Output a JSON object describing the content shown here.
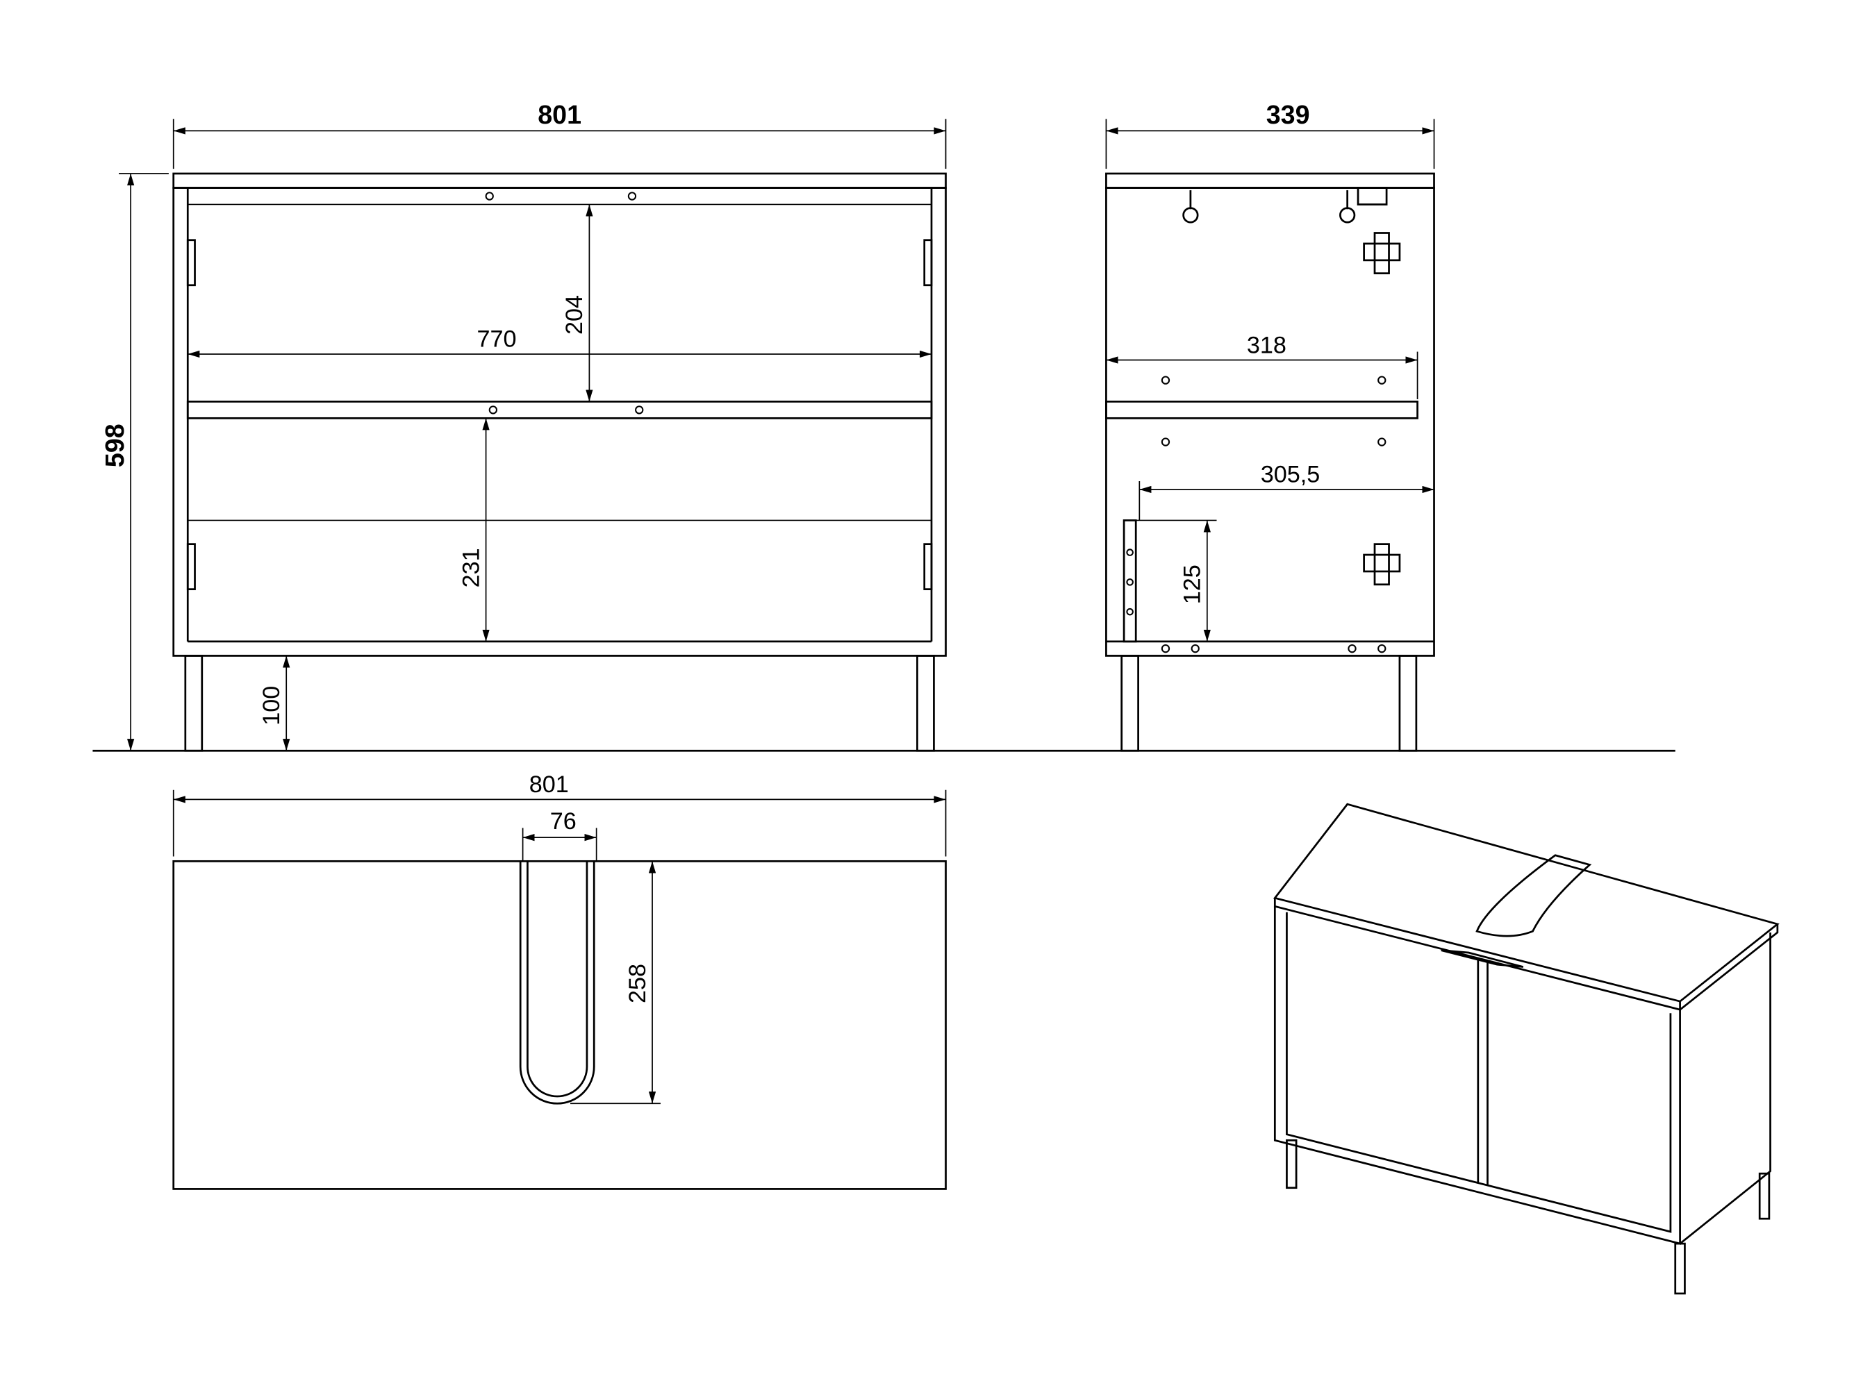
{
  "drawing": {
    "front_view": {
      "width_overall": "801",
      "height_overall": "598",
      "inner_width": "770",
      "upper_compartment_height": "204",
      "lower_compartment_height": "231",
      "leg_height": "100"
    },
    "side_view": {
      "depth_overall": "339",
      "shelf_depth": "318",
      "inner_depth": "305,5",
      "back_panel_height": "125"
    },
    "top_view": {
      "width": "801",
      "cutout_width": "76",
      "cutout_depth": "258"
    },
    "colors": {
      "line": "#000000",
      "background": "#ffffff"
    }
  }
}
